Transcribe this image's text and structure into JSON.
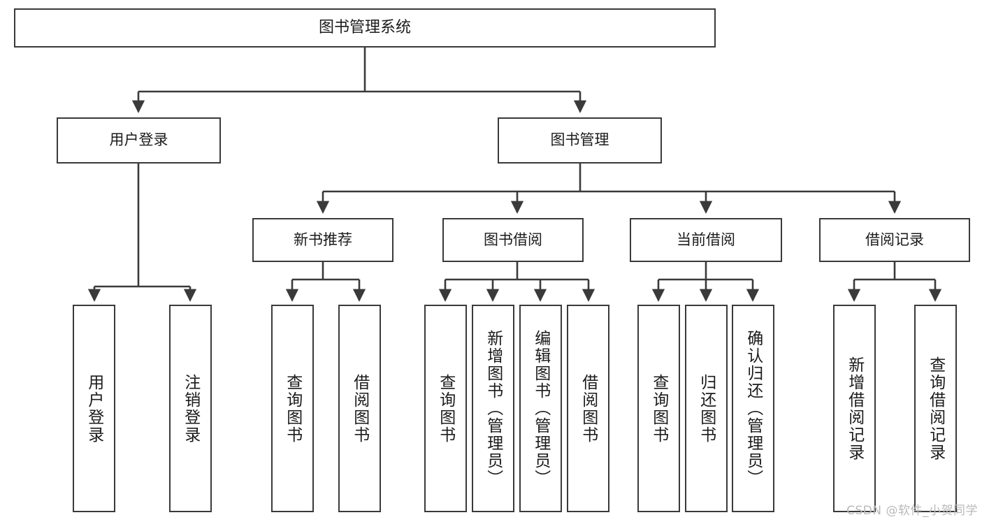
{
  "diagram": {
    "title": "图书管理系统",
    "type": "tree-hierarchy-diagram",
    "watermark": "CSDN @软件_小贺同学",
    "colors": {
      "box_border": "#3a3a3a",
      "box_fill": "#ffffff",
      "connector": "#3a3a3a",
      "text": "#1b1b1b",
      "watermark": "#b9b9b9"
    },
    "nodes": {
      "root": {
        "label": "图书管理系统"
      },
      "level2": [
        {
          "label": "用户登录"
        },
        {
          "label": "图书管理"
        }
      ],
      "level3": [
        {
          "label": "新书推荐"
        },
        {
          "label": "图书借阅"
        },
        {
          "label": "当前借阅"
        },
        {
          "label": "借阅记录"
        }
      ],
      "leaves": {
        "user_login": [
          {
            "label": "用户登录"
          },
          {
            "label": "注销登录"
          }
        ],
        "new_book_recommend": [
          {
            "label": "查询图书"
          },
          {
            "label": "借阅图书"
          }
        ],
        "book_borrow": [
          {
            "label": "查询图书"
          },
          {
            "label": "新增图书（管理员）"
          },
          {
            "label": "编辑图书（管理员）"
          },
          {
            "label": "借阅图书"
          }
        ],
        "current_borrow": [
          {
            "label": "查询图书"
          },
          {
            "label": "归还图书"
          },
          {
            "label": "确认归还（管理员）"
          }
        ],
        "borrow_record": [
          {
            "label": "新增借阅记录"
          },
          {
            "label": "查询借阅记录"
          }
        ]
      }
    }
  }
}
